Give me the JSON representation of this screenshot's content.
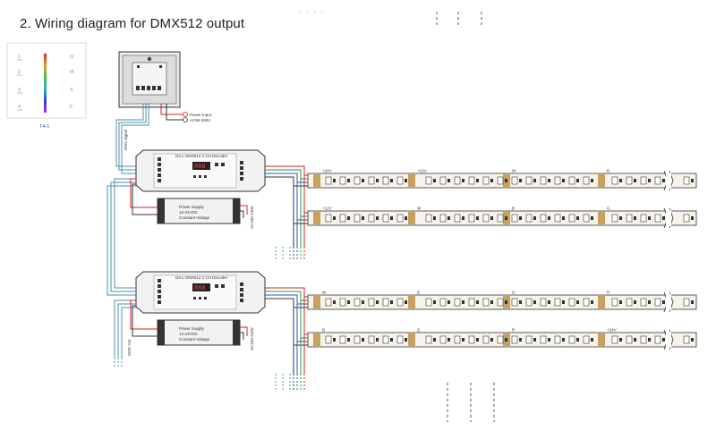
{
  "title": "2. Wiring diagram for DMX512 output",
  "remote": {
    "model": "T4-1",
    "left_keys": [
      "1",
      "2",
      "3",
      "4"
    ],
    "right_keys": [
      "O",
      "M",
      "S",
      "F"
    ]
  },
  "panel": {
    "power_input": "Power Input",
    "power_voltage": "AC85-265V"
  },
  "dmx_signal_label": "DMX signal",
  "decoder": {
    "model_text": "D4-L DMX512 4 CH Decoder",
    "display": "888"
  },
  "power_supply": {
    "line1": "Power Supply",
    "line2": "12-24VDC",
    "line3": "Constant Voltage",
    "ac_label": "AC100-240V"
  },
  "dmx_out_label": "DMX Out",
  "strip_units": [
    "+24V",
    "+12V",
    "W",
    "B",
    "G",
    "R"
  ],
  "colors": {
    "wire_red": "#d62020",
    "wire_green": "#2a9a3a",
    "wire_blue": "#2255cc",
    "wire_black": "#333333",
    "wire_dmx": "#4c8fae",
    "strip_body": "#f7f3e8",
    "strip_pad": "#c8a060",
    "device_body": "#f2f2f2"
  }
}
